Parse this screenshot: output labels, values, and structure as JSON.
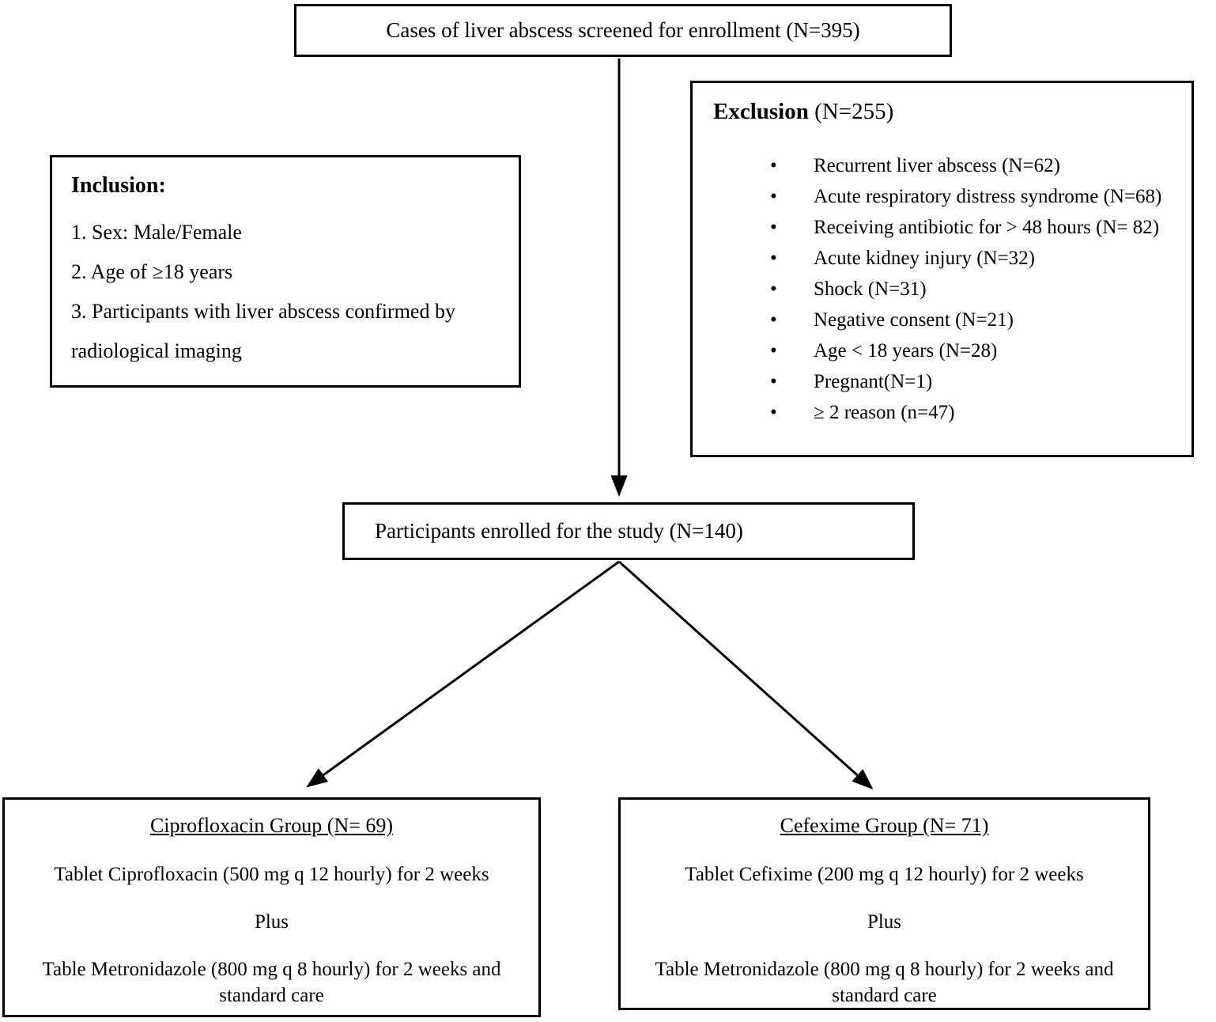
{
  "colors": {
    "background": "#ffffff",
    "border": "#000000",
    "line": "#000000",
    "text": "#000000"
  },
  "icons": {
    "bullet": "•"
  },
  "screened_box": {
    "text": "Cases of liver abscess screened for enrollment (N=395)"
  },
  "inclusion_box": {
    "title": "Inclusion:",
    "items": [
      "1. Sex: Male/Female",
      "2. Age of ≥18 years",
      "3. Participants with liver abscess confirmed by radiological imaging"
    ]
  },
  "exclusion_box": {
    "title_bold": "Exclusion",
    "title_suffix": " (N=255)",
    "items": [
      "Recurrent liver abscess (N=62)",
      "Acute respiratory distress syndrome (N=68)",
      "Receiving antibiotic for > 48 hours (N= 82)",
      "Acute kidney injury (N=32)",
      "Shock (N=31)",
      "Negative consent (N=21)",
      "Age < 18 years (N=28)",
      "Pregnant(N=1)",
      "≥ 2 reason (n=47)"
    ]
  },
  "enrolled_box": {
    "text": "Participants enrolled for the study (N=140)"
  },
  "ciprofloxacin_box": {
    "title": "Ciprofloxacin Group (N= 69)",
    "regimen_line": "Tablet Ciprofloxacin (500 mg q 12 hourly) for 2 weeks",
    "plus_label": "Plus",
    "metronidazole_line": "Table Metronidazole (800 mg q 8 hourly) for 2 weeks and standard care"
  },
  "cefixime_box": {
    "title": "Cefexime Group (N= 71)",
    "regimen_line": "Tablet Cefixime (200 mg q 12 hourly) for 2 weeks",
    "plus_label": "Plus",
    "metronidazole_line": "Table Metronidazole (800 mg q 8 hourly) for 2 weeks and standard care"
  }
}
